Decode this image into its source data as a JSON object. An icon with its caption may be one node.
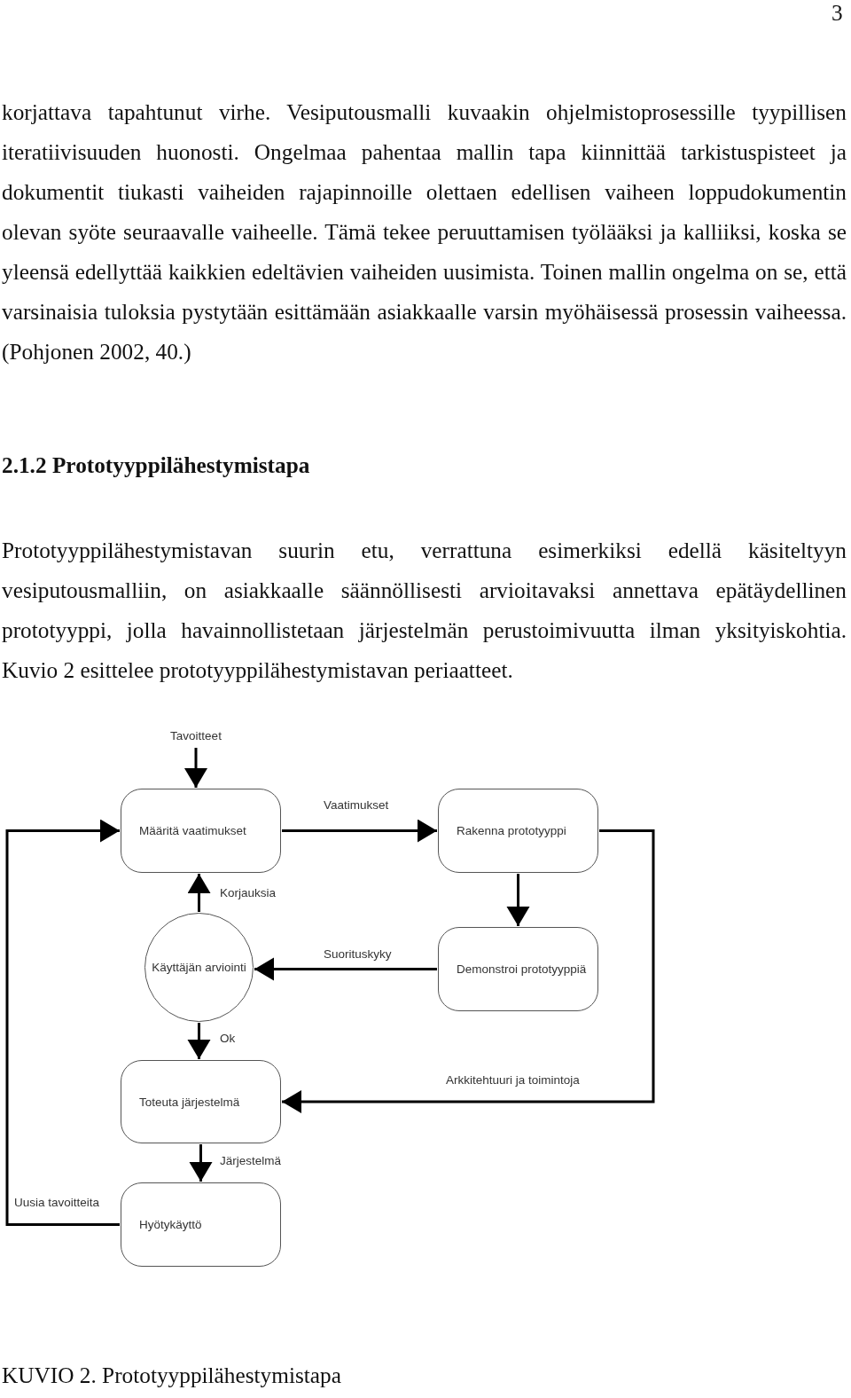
{
  "diagram": {
    "caption": "KUVIO 2. Prototyyppilähestymistapa",
    "nodes": [
      {
        "text": [
          "Tavoitteet"
        ]
      },
      {
        "text": [
          "Määritä vaatimukset"
        ]
      },
      {
        "text": [
          "Rakenna prototyyppi"
        ]
      },
      {
        "text": [
          "Käyttäjän arviointi"
        ]
      },
      {
        "text": [
          "Demonstroi prototyyppiä"
        ]
      },
      {
        "text": [
          "Toteuta järjestelmä"
        ]
      },
      {
        "text": [
          "Hyötykäyttö"
        ]
      }
    ],
    "edges": [
      {
        "from": 0,
        "to": 1,
        "arrow": "to"
      },
      {
        "from": 1,
        "to": 2,
        "arrow": "to",
        "label": "Vaatimukset"
      },
      {
        "from": 2,
        "to": 4,
        "arrow": "to"
      },
      {
        "from": 4,
        "to": 3,
        "arrow": "to",
        "label": "Suorituskyky"
      },
      {
        "from": 3,
        "to": 1,
        "arrow": "to",
        "label": "Korjauksia"
      },
      {
        "from": 3,
        "to": 5,
        "arrow": "to",
        "label": "Ok"
      },
      {
        "from": 2,
        "to": 5,
        "arrow": "to",
        "label": "Arkkitehtuuri ja toimintoja"
      },
      {
        "from": 5,
        "to": 6,
        "arrow": "to",
        "label": "Järjestelmä"
      },
      {
        "from": 6,
        "to": 1,
        "arrow": "to",
        "label": "Uusia tavoitteita"
      }
    ],
    "labels": [
      "3",
      "korjattava tapahtunut virhe. Vesiputousmalli kuvaakin ohjelmistoprosessille tyypillisen iteratiivisuuden huonosti. Ongelmaa pahentaa mallin tapa kiinnittää tarkistuspisteet ja dokumentit tiukasti vaiheiden rajapinnoille olettaen edellisen vaiheen loppudokumentin olevan syöte seuraavalle vaiheelle. Tämä tekee peruuttamisen työlääksi ja kalliiksi, koska se yleensä edellyttää kaikkien edeltävien vaiheiden uusimista. Toinen mallin ongelma on se, että varsinaisia tuloksia pystytään esittämään asiakkaalle varsin myöhäisessä prosessin vaiheessa. (Pohjonen 2002, 40.)",
      "2.1.2 Prototyyppilähestymistapa",
      "Prototyyppilähestymistavan suurin etu, verrattuna esimerkiksi edellä käsiteltyyn vesiputousmalliin, on asiakkaalle säännöllisesti arvioitavaksi annettava epätäydellinen prototyyppi, jolla havainnollistetaan järjestelmän perustoimivuutta ilman yksityiskohtia. Kuvio 2 esittelee prototyyppilähestymistavan periaatteet."
    ]
  }
}
